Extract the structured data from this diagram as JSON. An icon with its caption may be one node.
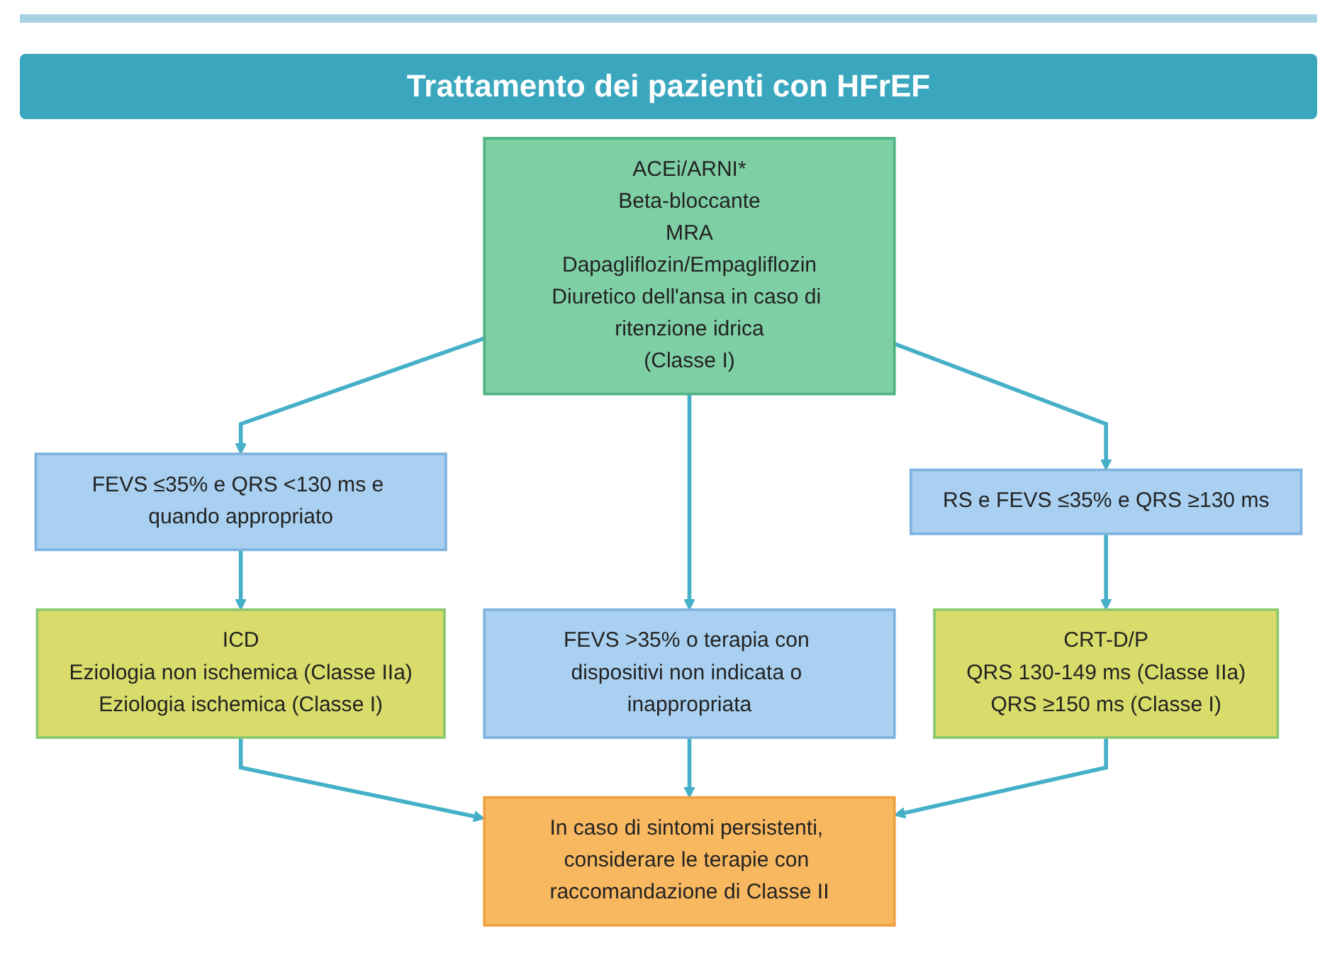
{
  "diagram": {
    "title": "Trattamento dei pazienti con HFrEF",
    "nodes": [
      {
        "text": [
          "ACEi/ARNI*",
          "Beta-bloccante",
          "MRA",
          "Dapagliflozin/Empagliflozin",
          "Diuretico dell'ansa in caso di ritenzione idrica",
          "(Classe I)"
        ]
      },
      {
        "text": [
          "FEVS ≤35% e QRS <130 ms e quando appropriato"
        ]
      },
      {
        "text": [
          "FEVS >35% o terapia con dispositivi non indicata o inappropriata"
        ]
      },
      {
        "text": [
          "RS e FEVS ≤35% e QRS ≥130 ms"
        ]
      },
      {
        "text": [
          "ICD",
          "Eziologia non ischemica (Classe IIa)",
          "Eziologia ischemica (Classe I)"
        ]
      },
      {
        "text": [
          "CRT-D/P",
          "QRS 130-149 ms (Classe IIa)",
          "QRS ≥150 ms (Classe I)"
        ]
      },
      {
        "text": [
          "In caso di sintomi persistenti, considerare le terapie con raccomandazione di Classe II"
        ]
      }
    ],
    "edges": [
      {
        "from": 0,
        "to": 1,
        "arrow": "to"
      },
      {
        "from": 0,
        "to": 2,
        "arrow": "to"
      },
      {
        "from": 0,
        "to": 3,
        "arrow": "to"
      },
      {
        "from": 1,
        "to": 4,
        "arrow": "to"
      },
      {
        "from": 3,
        "to": 5,
        "arrow": "to"
      },
      {
        "from": 4,
        "to": 6,
        "arrow": "to"
      },
      {
        "from": 2,
        "to": 6,
        "arrow": "to"
      },
      {
        "from": 5,
        "to": 6,
        "arrow": "to"
      }
    ]
  }
}
